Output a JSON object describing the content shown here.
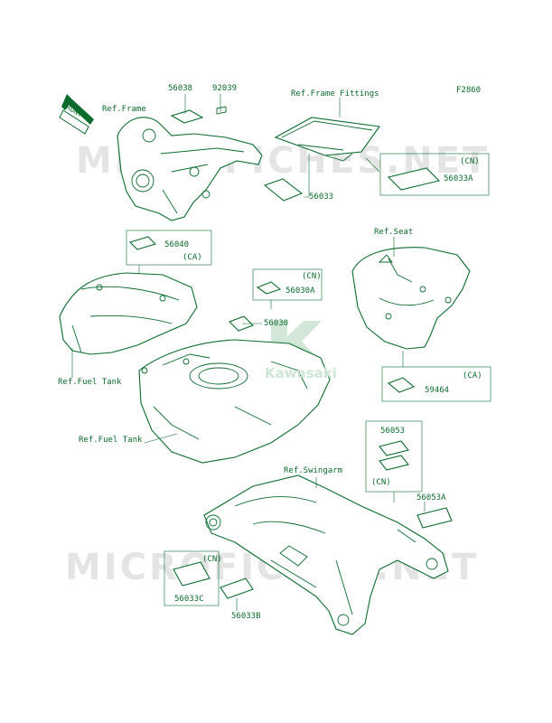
{
  "figure_code": "F2860",
  "front_label": "FRONT",
  "watermarks": [
    "MICROFICHES.NET",
    "MICROFICHES.NET"
  ],
  "logo_text": "Kawasaki",
  "refs": {
    "frame": "Ref.Frame",
    "frame_fittings": "Ref.Frame Fittings",
    "seat": "Ref.Seat",
    "fuel_tank_1": "Ref.Fuel Tank",
    "fuel_tank_2": "Ref.Fuel Tank",
    "swingarm": "Ref.Swingarm"
  },
  "parts": {
    "p56038": "56038",
    "p92039": "92039",
    "p56033": "56033",
    "p56033A": "56033A",
    "p56033A_cn": "(CN)",
    "p56040": "56040",
    "p56040_ca": "(CA)",
    "p56030A": "56030A",
    "p56030A_cn": "(CN)",
    "p56030": "56030",
    "p59464": "59464",
    "p59464_ca": "(CA)",
    "p56053": "56053",
    "p56053_cn": "(CN)",
    "p56053A": "56053A",
    "p56033C": "56033C",
    "p56033C_cn": "(CN)",
    "p56033B": "56033B"
  }
}
